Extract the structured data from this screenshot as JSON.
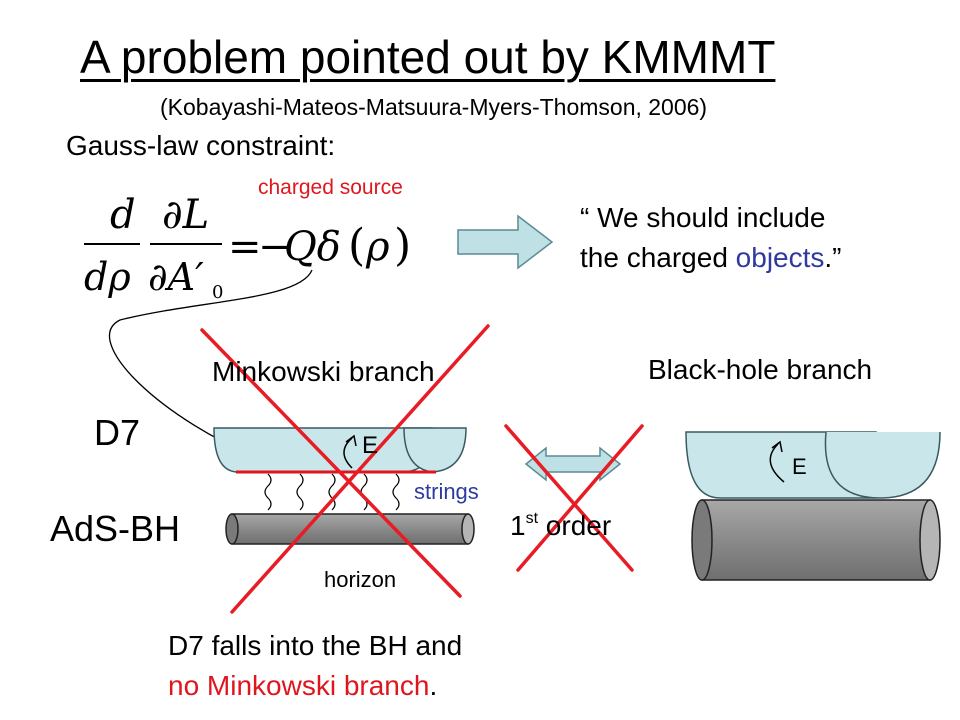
{
  "slide": {
    "title": "A problem pointed out by KMMMT",
    "subtitle": "(Kobayashi-Mateos-Matsuura-Myers-Thomson, 2006)",
    "gauss_label": "Gauss-law constraint:",
    "charged_source": "charged source",
    "equation": {
      "lhs_num1": "d",
      "lhs_den1": "dρ",
      "lhs_num2": "∂L",
      "lhs_den2": "∂A′₀",
      "rhs": "= −Qδ(ρ)"
    },
    "quote_line1": "“ We should include",
    "quote_line2_prefix": "the charged ",
    "quote_line2_highlight": "objects",
    "quote_line2_suffix": ".”",
    "d7_label": "D7",
    "adsbh_label": "AdS-BH",
    "minkowski_branch": "Minkowski branch",
    "blackhole_branch": "Black-hole branch",
    "e_label": "E",
    "strings_label": "strings",
    "horizon_label": "horizon",
    "order_num": "1",
    "order_sup": "st",
    "order_text": " order",
    "bottom_line1": "D7 falls into the BH and",
    "bottom_line2_highlight": "no Minkowski branch",
    "bottom_line2_suffix": "."
  },
  "colors": {
    "cross": "#e81c24",
    "d7_fill": "#c9e7ea",
    "arrow_fill": "#bfe0e4",
    "cylinder_fill": "#8a8a8a",
    "blue_text": "#2e3aa0"
  }
}
